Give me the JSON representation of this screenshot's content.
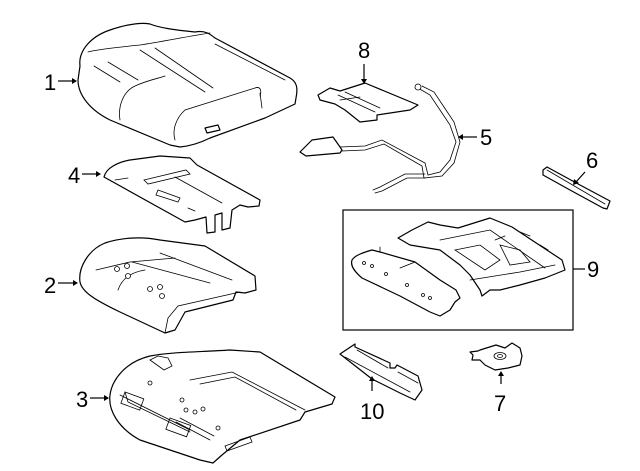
{
  "diagram": {
    "title": "Seat cushion assembly exploded parts view",
    "background_color": "#ffffff",
    "line_color": "#000000",
    "parts": [
      {
        "id": "1",
        "callout": "1",
        "description": "seat cushion cover"
      },
      {
        "id": "2",
        "callout": "2",
        "description": "seat cushion pad"
      },
      {
        "id": "3",
        "callout": "3",
        "description": "seat cushion frame"
      },
      {
        "id": "4",
        "callout": "4",
        "description": "cushion support panel"
      },
      {
        "id": "5",
        "callout": "5",
        "description": "wire harness"
      },
      {
        "id": "6",
        "callout": "6",
        "description": "trim strip"
      },
      {
        "id": "7",
        "callout": "7",
        "description": "clip"
      },
      {
        "id": "8",
        "callout": "8",
        "description": "heater element"
      },
      {
        "id": "9",
        "callout": "9",
        "description": "seat frame assembly (boxed group)"
      },
      {
        "id": "10",
        "callout": "10",
        "description": "bracket"
      }
    ]
  }
}
